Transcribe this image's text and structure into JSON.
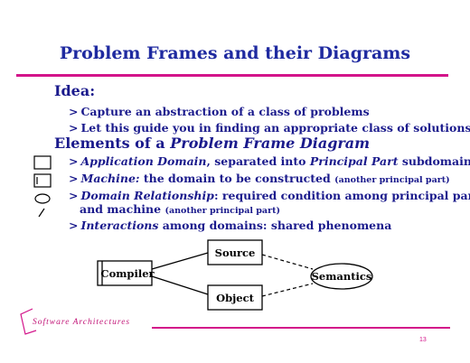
{
  "slide": {
    "title": "Problem Frames and their Diagrams",
    "idea": {
      "heading": "Idea:",
      "bullets": [
        "Capture an abstraction of a class of problems",
        "Let this guide you in finding an appropriate class of solutions"
      ]
    },
    "elements": {
      "heading_plain": "Elements of a ",
      "heading_italic": "Problem Frame Diagram",
      "items": [
        {
          "term": "Application Domain",
          "after_term": ", separated into ",
          "term2": "Principal Part",
          "tail": " subdomains",
          "note": ""
        },
        {
          "term": "Machine:",
          "text": " the domain to be constructed ",
          "note": "(another principal part)"
        },
        {
          "term": "Domain Relationship",
          "text": ": required condition among principal parts",
          "line2": "and machine ",
          "note": "(another principal part)"
        },
        {
          "term": "Interactions",
          "text": " among domains: shared phenomena"
        }
      ],
      "bullet_marker": ">"
    },
    "diagram": {
      "nodes": {
        "compiler": "Compiler",
        "source": "Source",
        "object": "Object",
        "semantics": "Semantics"
      }
    },
    "footer": {
      "text": "Software Architectures",
      "page": "13"
    },
    "colors": {
      "accent": "#d3148a",
      "text": "#1a1a8c"
    }
  }
}
